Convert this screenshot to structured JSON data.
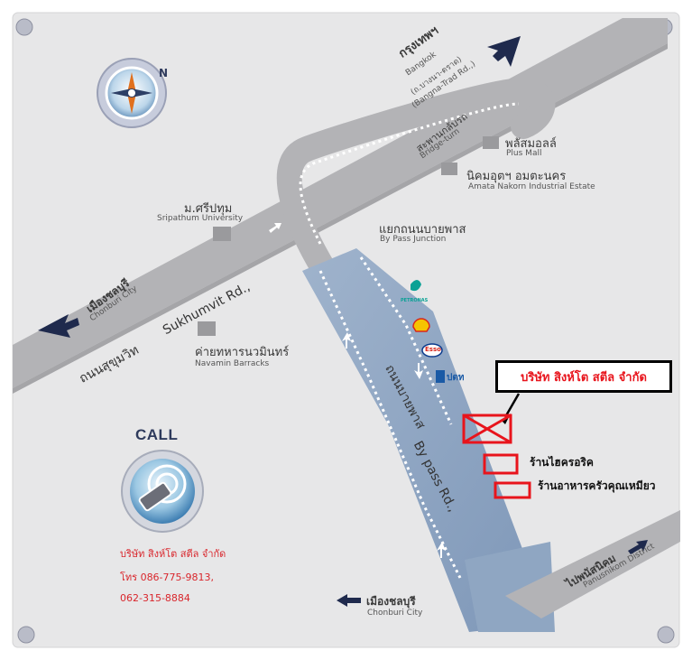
{
  "north_label": "N",
  "places": {
    "bangkok_th": "กรุงเทพฯ",
    "bangkok_en": "Bangkok",
    "bangna_th": "(ถ.บางนา-ตราด)",
    "bangna_en": "(Bangna-Trad Rd.,)",
    "bridge_th": "สะพานกลับรถ",
    "bridge_en": "Bridge-turn",
    "plus_mall_th": "พลัสมอลล์",
    "plus_mall_en": "Plus Mall",
    "amata_th": "นิคมอุตฯ อมตะนคร",
    "amata_en": "Amata Nakorn Industrial Estate",
    "sripathum_th": "ม.ศรีปทุม",
    "sripathum_en": "Sripathum University",
    "junction_th": "แยกถนนบายพาส",
    "junction_en": "By Pass Junction",
    "chonburi_th": "เมืองชลบุรี",
    "chonburi_en": "Chonburi City",
    "navamin_th": "ค่ายทหารนวมินทร์",
    "navamin_en": "Navamin Barracks",
    "sukhumvit_th": "ถนนสุขุมวิท",
    "sukhumvit_en": "Sukhumvit Rd.,",
    "bypass_th": "ถนนบายพาส",
    "bypass_en": "By pass Rd.,",
    "panusnikom_th": "ไปพนัสนิคม",
    "panusnikom_en": "Panusnikom District",
    "chonburi2_th": "เมืองชลบุรี",
    "chonburi2_en": "Chonburi City"
  },
  "stations": {
    "petronas": "PETRONAS",
    "esso": "Esso",
    "ptt": "ปตท"
  },
  "callout": {
    "company": "บริษัท สิงห์โต สตีล จำกัด"
  },
  "shops": {
    "shop1": "ร้านไฮครอริค",
    "shop2": "ร้านอาหารครัวคุณเหมียว"
  },
  "contact": {
    "call_title": "CALL",
    "company": "บริษัท สิงห์โต สตีล จำกัด",
    "phone1": "โทร 086-775-9813,",
    "phone2": "062-315-8884"
  },
  "colors": {
    "background": "#e7e7e8",
    "road": "#b3b3b6",
    "bypass_road": "#8fa6c2",
    "callout_text": "#e8141c",
    "marker_red": "#e8141c",
    "arrow_navy": "#1f2a4d"
  }
}
